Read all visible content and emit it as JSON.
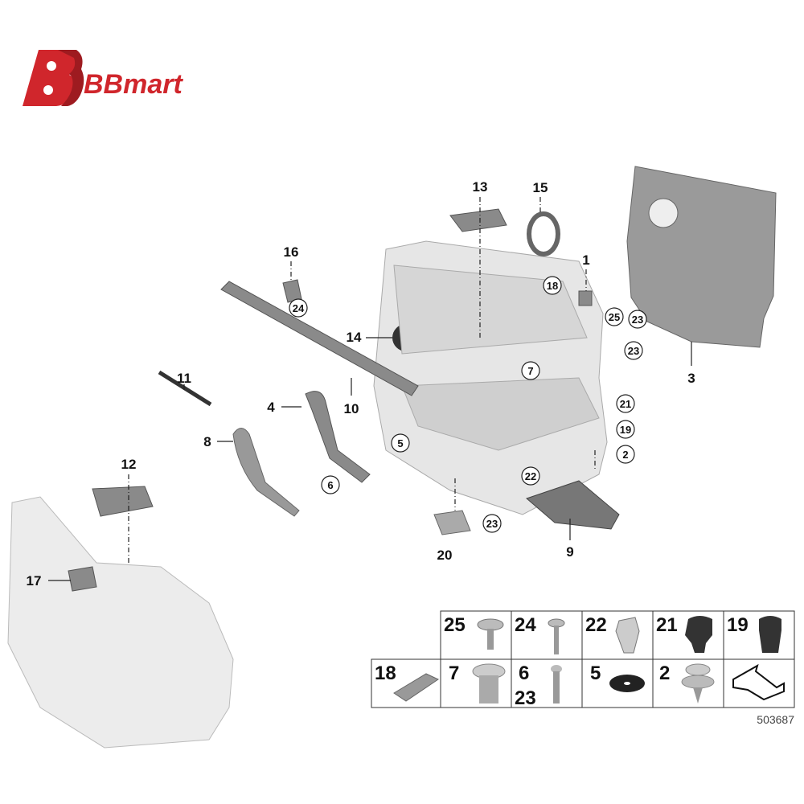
{
  "logo": {
    "text": "BBmart",
    "color": "#d0262c"
  },
  "diagram_number": "503687",
  "callouts": [
    {
      "n": "13",
      "circled": false
    },
    {
      "n": "15",
      "circled": false
    },
    {
      "n": "1",
      "circled": false
    },
    {
      "n": "16",
      "circled": false
    },
    {
      "n": "14",
      "circled": false
    },
    {
      "n": "11",
      "circled": false
    },
    {
      "n": "10",
      "circled": false
    },
    {
      "n": "4",
      "circled": false
    },
    {
      "n": "8",
      "circled": false
    },
    {
      "n": "3",
      "circled": false
    },
    {
      "n": "12",
      "circled": false
    },
    {
      "n": "20",
      "circled": false
    },
    {
      "n": "9",
      "circled": false
    },
    {
      "n": "17",
      "circled": false
    },
    {
      "n": "18",
      "circled": true
    },
    {
      "n": "24",
      "circled": true
    },
    {
      "n": "25",
      "circled": true
    },
    {
      "n": "23",
      "circled": true
    },
    {
      "n": "23",
      "circled": true
    },
    {
      "n": "7",
      "circled": true
    },
    {
      "n": "21",
      "circled": true
    },
    {
      "n": "19",
      "circled": true
    },
    {
      "n": "5",
      "circled": true
    },
    {
      "n": "2",
      "circled": true
    },
    {
      "n": "6",
      "circled": true
    },
    {
      "n": "22",
      "circled": true
    },
    {
      "n": "23",
      "circled": true
    }
  ],
  "parts_table": {
    "top_row": [
      "25",
      "24",
      "22",
      "21",
      "19"
    ],
    "bottom_row": [
      "18",
      "7",
      "6",
      "5",
      "2",
      ""
    ],
    "bottom_row_extra": "23"
  }
}
